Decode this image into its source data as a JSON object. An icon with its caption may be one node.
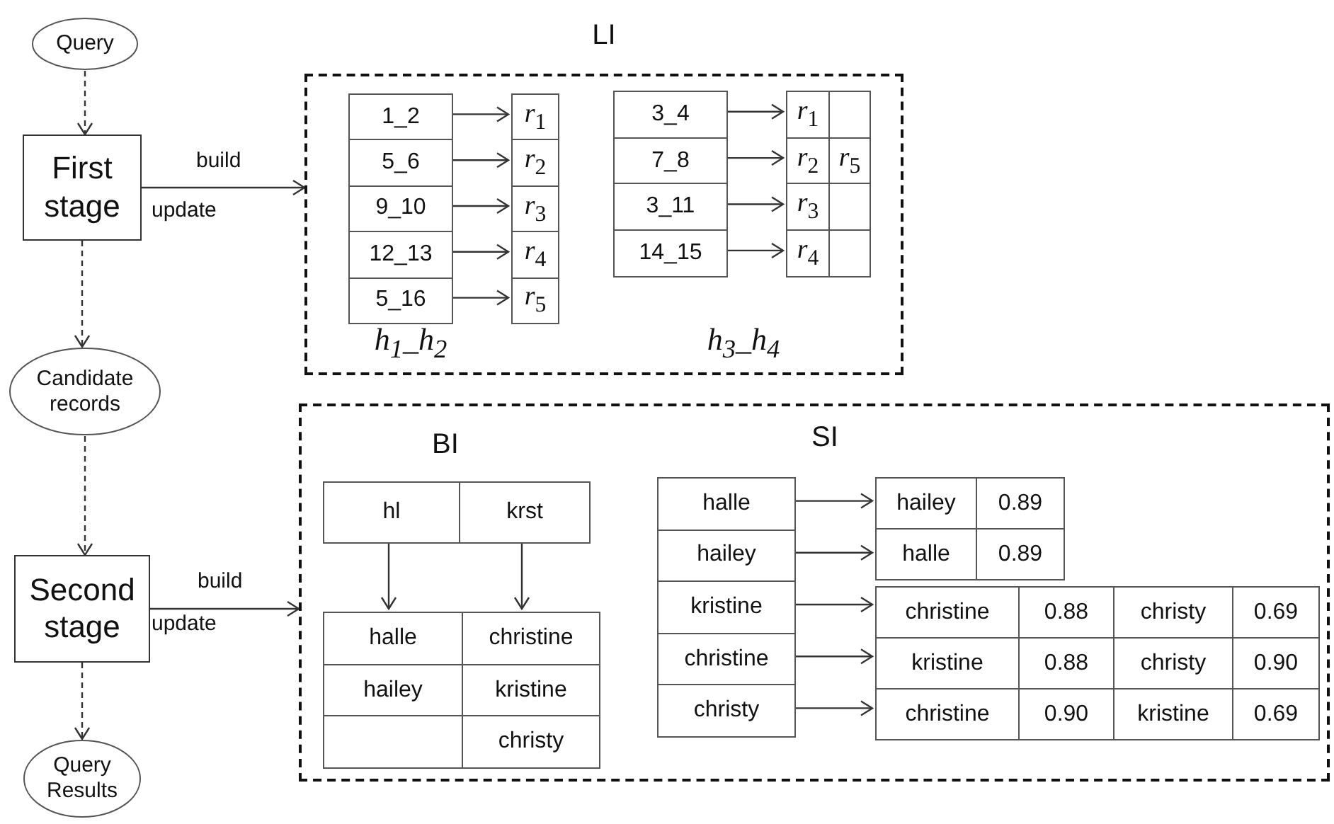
{
  "diagram": {
    "nodes": [
      {
        "text": [
          "Query"
        ]
      },
      {
        "text": [
          "First stage"
        ]
      },
      {
        "text": [
          "Candidate records"
        ]
      },
      {
        "text": [
          "Second stage"
        ]
      },
      {
        "text": [
          "Query Results"
        ]
      },
      {
        "text": [
          "LI"
        ]
      },
      {
        "text": [
          "1_2"
        ],
        "in": 5
      },
      {
        "text": [
          "5_6"
        ],
        "in": 5
      },
      {
        "text": [
          "9_10"
        ],
        "in": 5
      },
      {
        "text": [
          "12_13"
        ],
        "in": 5
      },
      {
        "text": [
          "5_16"
        ],
        "in": 5
      },
      {
        "text": [
          "*r*$_{1}$"
        ],
        "in": 5
      },
      {
        "text": [
          "*r*$_{2}$"
        ],
        "in": 5
      },
      {
        "text": [
          "*r*$_{3}$"
        ],
        "in": 5
      },
      {
        "text": [
          "*r*$_{4}$"
        ],
        "in": 5
      },
      {
        "text": [
          "*r*$_{5}$"
        ],
        "in": 5
      },
      {
        "text": [
          "3_4"
        ],
        "in": 5
      },
      {
        "text": [
          "7_8"
        ],
        "in": 5
      },
      {
        "text": [
          "3_11"
        ],
        "in": 5
      },
      {
        "text": [
          "14_15"
        ],
        "in": 5
      },
      {
        "text": [
          "*r*$_{1}$"
        ],
        "in": 5
      },
      {
        "text": [
          "*r*$_{2}$",
          "*r*$_{5}$"
        ],
        "in": 5
      },
      {
        "text": [
          "*r*$_{3}$"
        ],
        "in": 5
      },
      {
        "text": [
          "*r*$_{4}$"
        ],
        "in": 5
      },
      {
        "text": [],
        "shape": "box"
      },
      {
        "text": [
          "hl"
        ],
        "in": 24
      },
      {
        "text": [
          "krst"
        ],
        "in": 24
      },
      {
        "text": [
          "halle",
          "hailey"
        ],
        "in": 24
      },
      {
        "text": [
          "christine",
          "kristine",
          "christy"
        ],
        "in": 24
      },
      {
        "text": [
          "halle"
        ],
        "in": 24
      },
      {
        "text": [
          "hailey"
        ],
        "in": 24
      },
      {
        "text": [
          "kristine"
        ],
        "in": 24
      },
      {
        "text": [
          "christine"
        ],
        "in": 24
      },
      {
        "text": [
          "christy"
        ],
        "in": 24
      },
      {
        "text": [
          "hailey",
          "0.89"
        ],
        "in": 24
      },
      {
        "text": [
          "halle",
          "0.89"
        ],
        "in": 24
      },
      {
        "text": [
          "christine",
          "0.88",
          "christy",
          "0.69"
        ],
        "in": 24
      },
      {
        "text": [
          "kristine",
          "0.88",
          "christy",
          "0.90"
        ],
        "in": 24
      },
      {
        "text": [
          "christine",
          "0.90",
          "kristine",
          "0.69"
        ],
        "in": 24
      }
    ],
    "edges": [
      {
        "from": 0,
        "to": 1,
        "arrow": "to",
        "style": "dashed"
      },
      {
        "from": 1,
        "to": 2,
        "arrow": "to",
        "style": "dashed"
      },
      {
        "from": 2,
        "to": 3,
        "arrow": "to",
        "style": "dashed"
      },
      {
        "from": 3,
        "to": 4,
        "arrow": "to",
        "style": "dashed"
      },
      {
        "from": 1,
        "to": 5,
        "arrow": "to",
        "label": "build"
      },
      {
        "from": 3,
        "to": 24,
        "arrow": "to",
        "label": "build"
      },
      {
        "from": 6,
        "to": 11,
        "arrow": "to"
      },
      {
        "from": 7,
        "to": 12,
        "arrow": "to"
      },
      {
        "from": 8,
        "to": 13,
        "arrow": "to"
      },
      {
        "from": 9,
        "to": 14,
        "arrow": "to"
      },
      {
        "from": 10,
        "to": 15,
        "arrow": "to"
      },
      {
        "from": 16,
        "to": 20,
        "arrow": "to"
      },
      {
        "from": 17,
        "to": 21,
        "arrow": "to"
      },
      {
        "from": 18,
        "to": 22,
        "arrow": "to"
      },
      {
        "from": 19,
        "to": 23,
        "arrow": "to"
      },
      {
        "from": 25,
        "to": 27,
        "arrow": "to"
      },
      {
        "from": 26,
        "to": 28,
        "arrow": "to"
      },
      {
        "from": 29,
        "to": 34,
        "arrow": "to"
      },
      {
        "from": 30,
        "to": 35,
        "arrow": "to"
      },
      {
        "from": 31,
        "to": 36,
        "arrow": "to"
      },
      {
        "from": 32,
        "to": 37,
        "arrow": "to"
      },
      {
        "from": 33,
        "to": 38,
        "arrow": "to"
      }
    ],
    "labels": [
      "update",
      "h$_{1}$_h$_{2}$",
      "h$_{3}$_h$_{4}$",
      "BI",
      "SI",
      "update"
    ]
  }
}
